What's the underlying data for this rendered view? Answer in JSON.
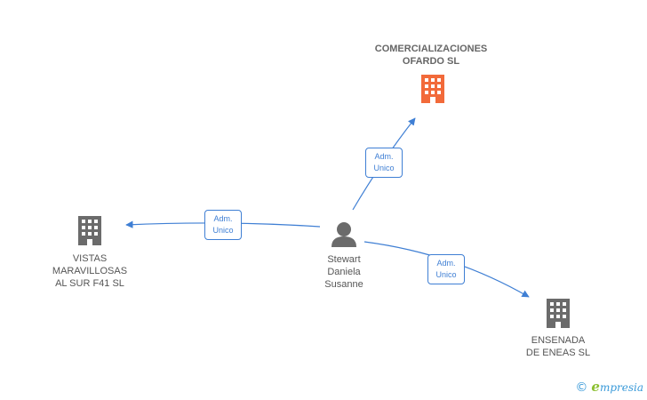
{
  "nodes": {
    "company_top": {
      "line1": "COMERCIALIZACIONES",
      "line2": "OFARDO SL",
      "color": "#f26a3a"
    },
    "company_left": {
      "line1": "VISTAS",
      "line2": "MARAVILLOSAS",
      "line3": "AL SUR F41 SL",
      "color": "#6b6b6b"
    },
    "company_right": {
      "line1": "ENSENADA",
      "line2": "DE ENEAS SL",
      "color": "#6b6b6b"
    },
    "person": {
      "line1": "Stewart",
      "line2": "Daniela",
      "line3": "Susanne",
      "color": "#6b6b6b"
    }
  },
  "edges": {
    "to_top": {
      "line1": "Adm.",
      "line2": "Unico"
    },
    "to_left": {
      "line1": "Adm.",
      "line2": "Unico"
    },
    "to_right": {
      "line1": "Adm.",
      "line2": "Unico"
    },
    "color": "#3f7fd4"
  },
  "brand": {
    "copyright": "©",
    "initial": "e",
    "rest": "mpresia"
  }
}
